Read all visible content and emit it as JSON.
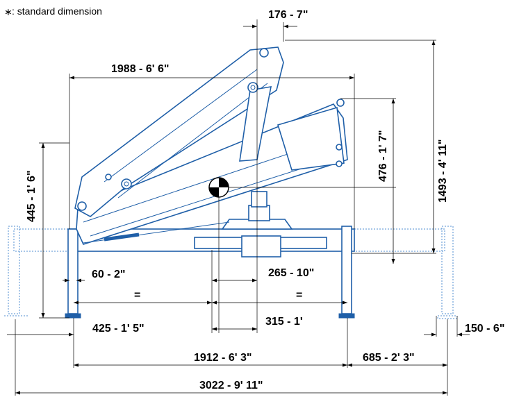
{
  "legend": {
    "symbol": "∗",
    "text": ": standard dimension"
  },
  "dimensions": {
    "top_offset": "176 - 7\"",
    "reach_width": "1988 - 6' 6\"",
    "height_cg": "476 - 1' 7\"",
    "height_total": "1493 - 4' 11\"",
    "height_base": "445 - 1' 6\"",
    "leg_offset_small": "60 - 2\"",
    "cg_offset": "265 - 10\"",
    "equal_left": "=",
    "equal_right": "=",
    "leg_offset": "425 - 1' 5\"",
    "center_offset": "315 - 1'",
    "foot_width": "150 - 6\"",
    "base_width": "1912 - 6' 3\"",
    "extension": "685 - 2' 3\"",
    "total_width": "3022 - 9' 11\""
  },
  "colors": {
    "crane": "#1f5fa8",
    "dimension": "#000000"
  }
}
